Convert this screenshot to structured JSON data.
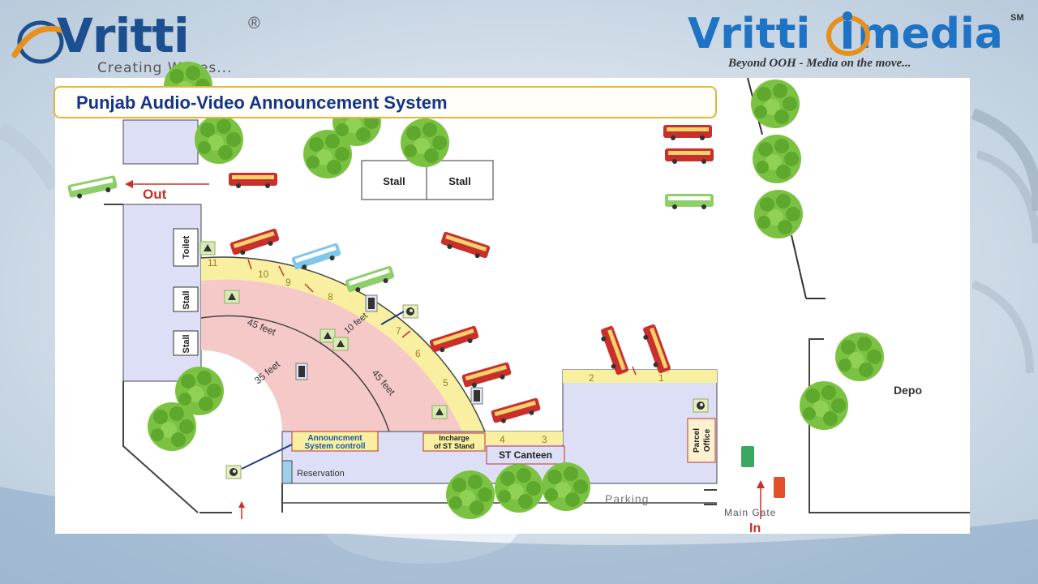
{
  "logo_left": {
    "brand": "Vritti",
    "registered": "®",
    "tagline": "Creating Waves..."
  },
  "logo_right": {
    "brand_a": "Vritti",
    "brand_b": "media",
    "service_mark": "SM",
    "tagline": "Beyond OOH - Media on the move..."
  },
  "title": "Punjab Audio-Video Announcement System",
  "labels": {
    "out": "Out",
    "in": "In",
    "stall": "Stall",
    "toilet": "Toilet",
    "feet_45": "45 feet",
    "feet_35": "35 feet",
    "feet_10": "10 feet",
    "announcement_line1": "Announcment",
    "announcement_line2": "System controll",
    "incharge_line1": "Incharge",
    "incharge_line2": "of ST Stand",
    "st_canteen": "ST Canteen",
    "parcel_line1": "Parcel",
    "parcel_line2": "Office",
    "reservation": "Reservation",
    "parking": "Parking",
    "main_gate": "Main Gate",
    "depo": "Depo"
  },
  "platform_numbers": [
    "11",
    "10",
    "9",
    "8",
    "7",
    "6",
    "5",
    "4",
    "3",
    "2",
    "1"
  ],
  "colors": {
    "arc_pink": "#f6c9c9",
    "arc_yellow": "#f8f0a0",
    "building": "#dcdff5",
    "tree": "#7cc242",
    "title_text": "#14348a",
    "out_red": "#c9302c"
  }
}
